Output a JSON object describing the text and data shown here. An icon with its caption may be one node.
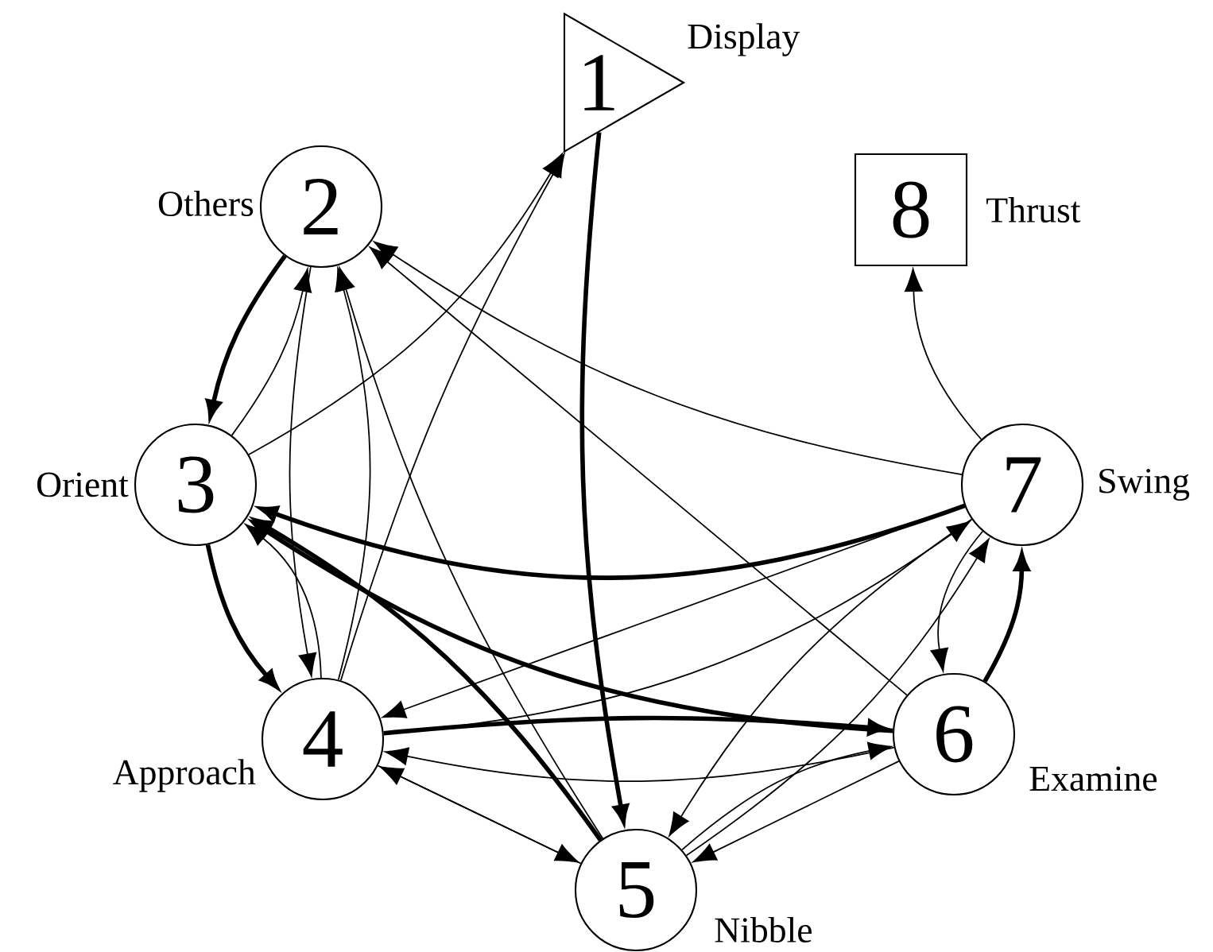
{
  "diagram": {
    "nodes": [
      {
        "text": [
          "1"
        ],
        "beside": [
          "Display"
        ]
      },
      {
        "text": [
          "2"
        ],
        "beside": [
          "Others"
        ]
      },
      {
        "text": [
          "3"
        ],
        "beside": [
          "Orient"
        ]
      },
      {
        "text": [
          "4"
        ],
        "beside": [
          "Approach"
        ]
      },
      {
        "text": [
          "5"
        ],
        "beside": [
          "Nibble"
        ]
      },
      {
        "text": [
          "6"
        ],
        "beside": [
          "Examine"
        ]
      },
      {
        "text": [
          "7"
        ],
        "beside": [
          "Swing"
        ]
      },
      {
        "text": [
          "8"
        ],
        "beside": [
          "Thrust"
        ]
      }
    ],
    "edges": [
      {
        "from": 0,
        "to": 4,
        "arrow": "to",
        "style": "thick"
      },
      {
        "from": 6,
        "to": 7,
        "arrow": "to"
      },
      {
        "from": 2,
        "to": 0,
        "arrow": "to"
      },
      {
        "from": 3,
        "to": 0,
        "arrow": "to"
      },
      {
        "from": 1,
        "to": 2,
        "arrow": "to",
        "style": "thick"
      },
      {
        "from": 2,
        "to": 1,
        "arrow": "to"
      },
      {
        "from": 3,
        "to": 1,
        "arrow": "to"
      },
      {
        "from": 1,
        "to": 3,
        "arrow": "to"
      },
      {
        "from": 4,
        "to": 1,
        "arrow": "to"
      },
      {
        "from": 5,
        "to": 1,
        "arrow": "to"
      },
      {
        "from": 6,
        "to": 1,
        "arrow": "to"
      },
      {
        "from": 6,
        "to": 2,
        "arrow": "to",
        "style": "thick"
      },
      {
        "from": 3,
        "to": 6,
        "arrow": "to"
      },
      {
        "from": 4,
        "to": 6,
        "arrow": "to"
      },
      {
        "from": 5,
        "to": 6,
        "arrow": "to",
        "style": "thick"
      },
      {
        "from": 6,
        "to": 5,
        "arrow": "to"
      },
      {
        "from": 6,
        "to": 4,
        "arrow": "to"
      },
      {
        "from": 5,
        "to": 4,
        "arrow": "to"
      },
      {
        "from": 4,
        "to": 5,
        "arrow": "to"
      },
      {
        "from": 3,
        "to": 5,
        "arrow": "to",
        "style": "thick"
      },
      {
        "from": 5,
        "to": 3,
        "arrow": "to"
      },
      {
        "from": 6,
        "to": 3,
        "arrow": "to"
      },
      {
        "from": 4,
        "to": 3,
        "arrow": "to"
      },
      {
        "from": 3,
        "to": 4,
        "arrow": "to"
      },
      {
        "from": 4,
        "to": 2,
        "arrow": "to",
        "style": "thick"
      },
      {
        "from": 5,
        "to": 2,
        "arrow": "to",
        "style": "thick"
      },
      {
        "from": 2,
        "to": 3,
        "arrow": "to",
        "style": "thick"
      },
      {
        "from": 3,
        "to": 2,
        "arrow": "to"
      }
    ]
  }
}
